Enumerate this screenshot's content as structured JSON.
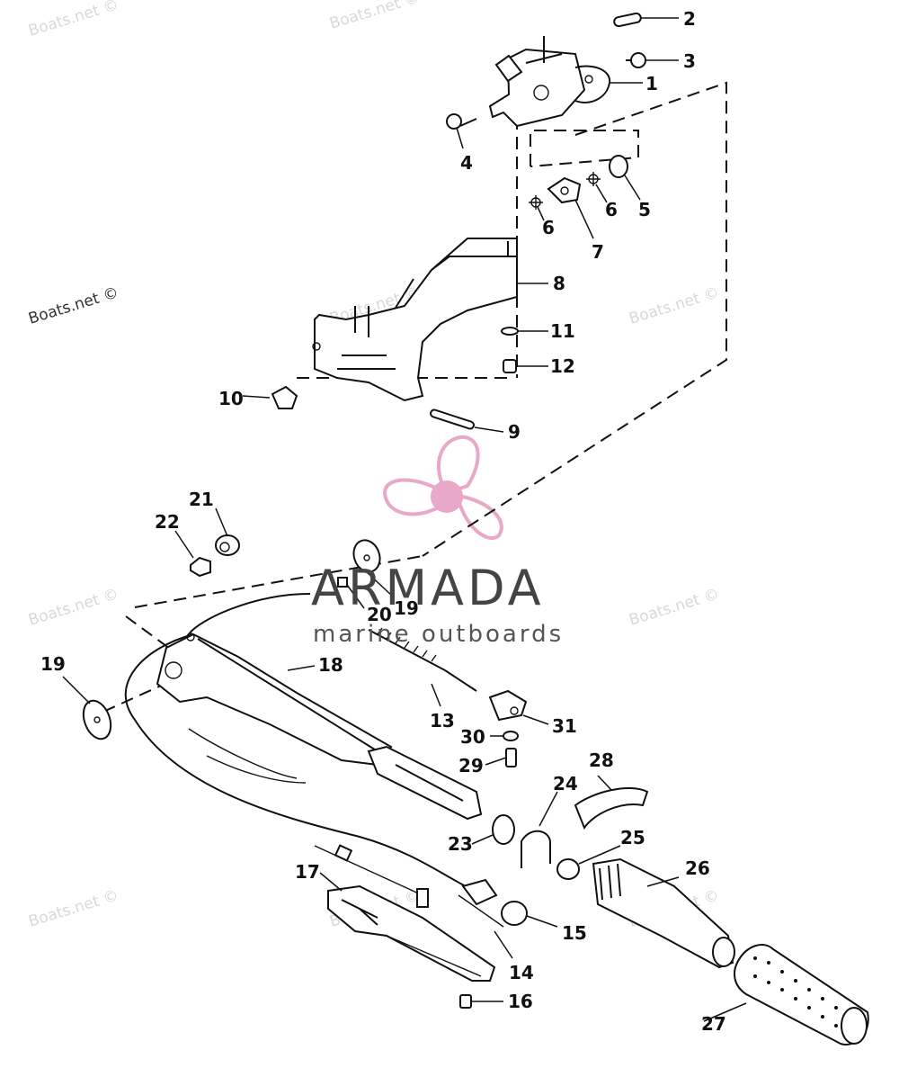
{
  "watermark": {
    "text": "Boats.net ©",
    "color": "#d8d8d8"
  },
  "brand": {
    "name": "ARMADA",
    "tagline": "marine outboards",
    "logo_color": "#e8a8c8",
    "text_color": "#444444"
  },
  "parts": [
    "1",
    "2",
    "3",
    "4",
    "5",
    "6",
    "6",
    "7",
    "8",
    "9",
    "10",
    "11",
    "12",
    "13",
    "14",
    "15",
    "16",
    "17",
    "18",
    "19",
    "19",
    "20",
    "21",
    "22",
    "23",
    "24",
    "25",
    "26",
    "27",
    "28",
    "29",
    "30",
    "31"
  ]
}
